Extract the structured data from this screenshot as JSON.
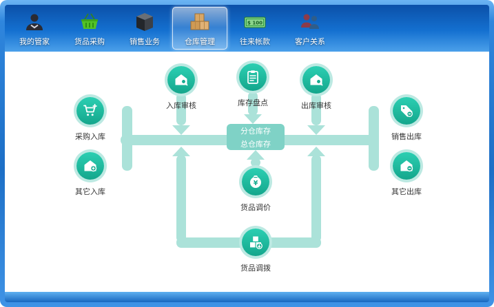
{
  "toolbar": {
    "selected_tab": "仓库管理",
    "tabs": [
      {
        "label": "我的管家"
      },
      {
        "label": "货品采购"
      },
      {
        "label": "销售业务"
      },
      {
        "label": "仓库管理"
      },
      {
        "label": "往来帐款",
        "badge": "$ 100"
      },
      {
        "label": "客户关系"
      }
    ]
  },
  "diagram": {
    "center_box": {
      "line1": "分仓库存",
      "line2": "总仓库存"
    },
    "nodes": {
      "purchase_in": {
        "label": "采购入库"
      },
      "other_in": {
        "label": "其它入库"
      },
      "in_audit": {
        "label": "入库审核"
      },
      "stock_check": {
        "label": "库存盘点"
      },
      "out_audit": {
        "label": "出库审核"
      },
      "sales_out": {
        "label": "销售出库"
      },
      "other_out": {
        "label": "其它出库"
      },
      "price_adjust": {
        "label": "货品调价"
      },
      "transfer": {
        "label": "货品调拨"
      }
    }
  },
  "colors": {
    "node_teal": "#1dbfa6",
    "node_ring": "#bce9e2",
    "pipe_teal": "#abe2d9",
    "center_box_teal": "#7fd2c6",
    "toolbar_blue_dark": "#0b50a8",
    "toolbar_blue_light": "#4ba0ea"
  }
}
